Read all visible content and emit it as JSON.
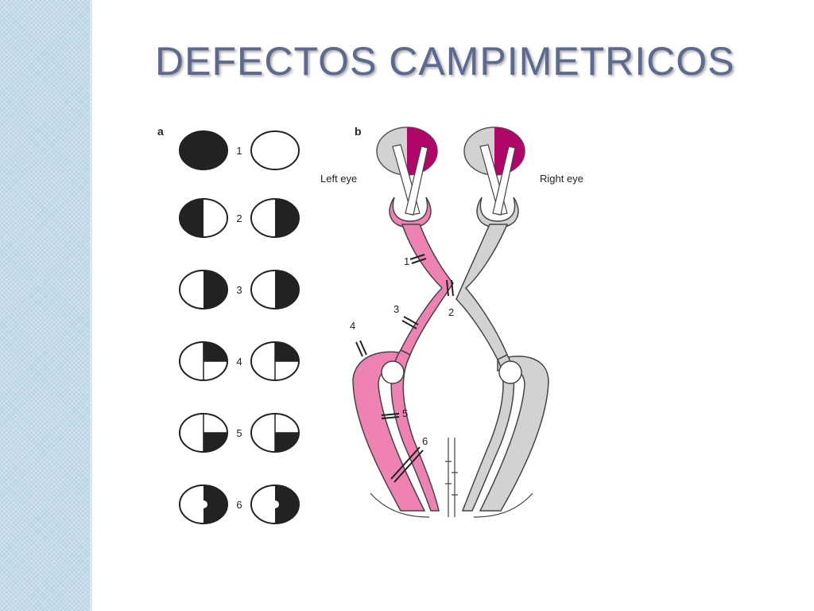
{
  "slide": {
    "title": "DEFECTOS CAMPIMETRICOS"
  },
  "figure": {
    "panel_a_label": "a",
    "panel_b_label": "b",
    "left_eye_label": "Left eye",
    "right_eye_label": "Right eye",
    "defect_numbers": [
      "1",
      "2",
      "3",
      "4",
      "5",
      "6"
    ],
    "lesion_numbers": [
      "1",
      "2",
      "3",
      "4",
      "5",
      "6"
    ]
  },
  "colors": {
    "pathway_affected": "#ee82b2",
    "pathway_normal": "#d2d2d2",
    "field_loss": "#222222",
    "eye_affected": "#b0066a",
    "title": "#5c6a8f"
  }
}
